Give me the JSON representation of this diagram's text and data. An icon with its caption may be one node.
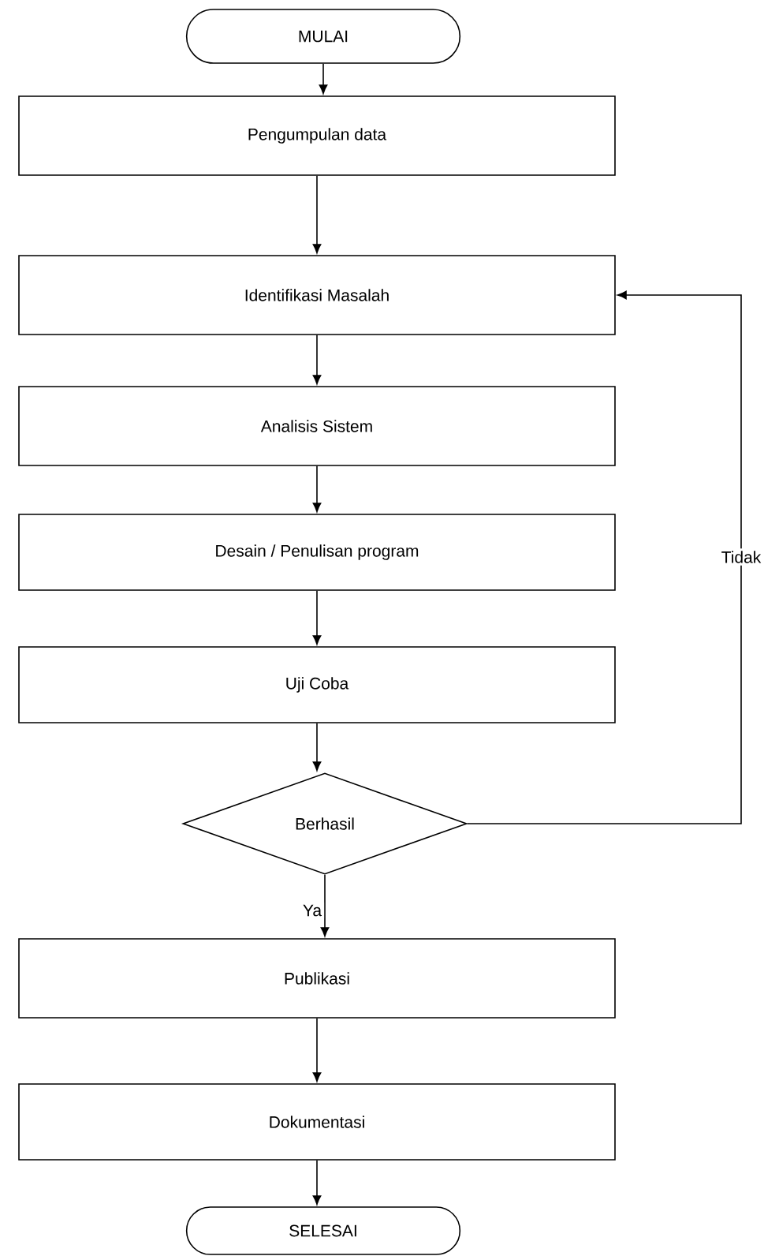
{
  "diagram": {
    "nodes": [
      {
        "text": [
          "MULAI"
        ]
      },
      {
        "text": [
          "Pengumpulan data"
        ]
      },
      {
        "text": [
          "Identifikasi Masalah"
        ]
      },
      {
        "text": [
          "Analisis Sistem"
        ]
      },
      {
        "text": [
          "Desain / Penulisan program"
        ]
      },
      {
        "text": [
          "Uji Coba"
        ]
      },
      {
        "text": [
          "Berhasil"
        ]
      },
      {
        "text": [
          "Publikasi"
        ]
      },
      {
        "text": [
          "Dokumentasi"
        ]
      },
      {
        "text": [
          "SELESAI"
        ]
      }
    ],
    "edges": [
      {
        "from": 0,
        "to": 1,
        "arrow": "to"
      },
      {
        "from": 1,
        "to": 2,
        "arrow": "to"
      },
      {
        "from": 2,
        "to": 3,
        "arrow": "to"
      },
      {
        "from": 3,
        "to": 4,
        "arrow": "to"
      },
      {
        "from": 4,
        "to": 5,
        "arrow": "to"
      },
      {
        "from": 5,
        "to": 6,
        "arrow": "to"
      },
      {
        "from": 6,
        "to": 7,
        "arrow": "to",
        "label": "Ya"
      },
      {
        "from": 6,
        "to": 2,
        "arrow": "to",
        "label": "Tidak"
      },
      {
        "from": 7,
        "to": 8,
        "arrow": "to"
      },
      {
        "from": 8,
        "to": 9,
        "arrow": "to"
      }
    ]
  }
}
